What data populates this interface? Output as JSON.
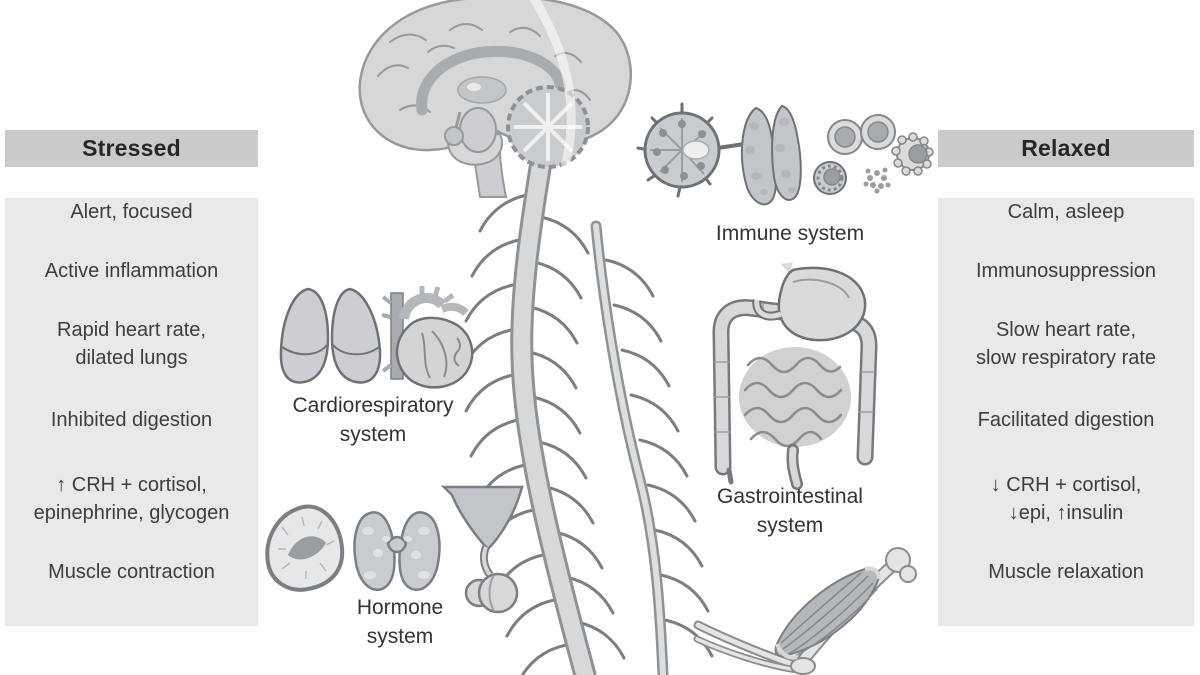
{
  "panels": {
    "stressed": {
      "title": "Stressed",
      "items": [
        {
          "line1": "Alert, focused"
        },
        {
          "line1": "Active inflammation"
        },
        {
          "line1": "Rapid heart rate,",
          "line2": "dilated lungs"
        },
        {
          "line1": "Inhibited digestion"
        },
        {
          "line1": "↑ CRH + cortisol,",
          "line2": "epinephrine, glycogen"
        },
        {
          "line1": "Muscle contraction"
        }
      ]
    },
    "relaxed": {
      "title": "Relaxed",
      "items": [
        {
          "line1": "Calm, asleep"
        },
        {
          "line1": "Immunosuppression"
        },
        {
          "line1": "Slow heart rate,",
          "line2": "slow respiratory rate"
        },
        {
          "line1": "Facilitated digestion"
        },
        {
          "line1": "↓ CRH + cortisol,",
          "line2": "↓epi, ↑insulin"
        },
        {
          "line1": "Muscle relaxation"
        }
      ]
    }
  },
  "organ_labels": {
    "immune": {
      "line1": "Immune system"
    },
    "cardio": {
      "line1": "Cardiorespiratory",
      "line2": "system"
    },
    "hormone": {
      "line1": "Hormone",
      "line2": "system"
    },
    "gi": {
      "line1": "Gastrointestinal",
      "line2": "system"
    }
  },
  "colors": {
    "background": "#ffffff",
    "panel_header_bg": "#cacaca",
    "panel_body_bg": "#e9e9e9",
    "panel_header_text": "#262626",
    "panel_text": "#3d3d3d",
    "label_text": "#333333",
    "organ_fill": "#d4d6d8",
    "organ_stroke": "#85888b",
    "organ_dark": "#a9acaf"
  }
}
